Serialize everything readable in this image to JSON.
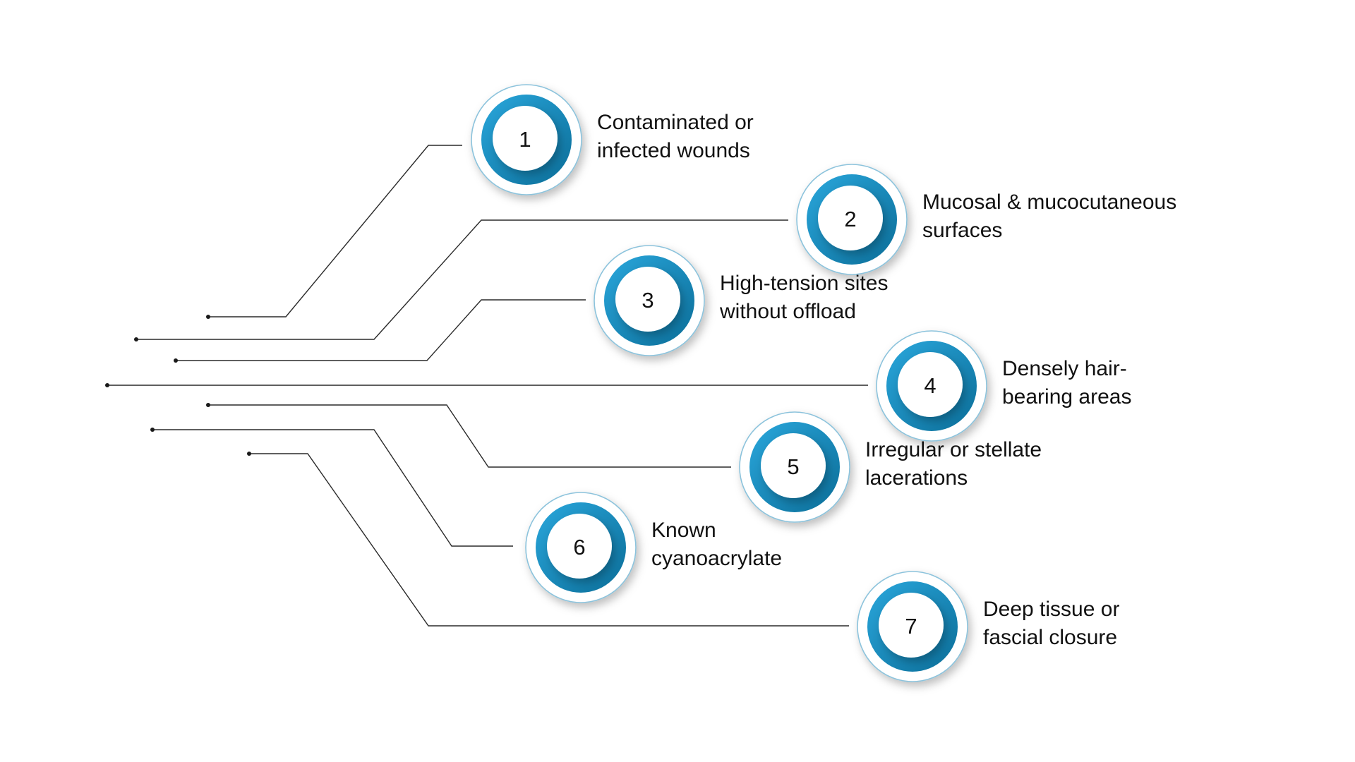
{
  "colors": {
    "ring_light": "#2aa7dc",
    "ring_dark": "#0b6e99",
    "halo_stroke": "#8cc3dc",
    "line": "#2a2a2a",
    "text": "#111111"
  },
  "items": [
    {
      "number": "1",
      "label_lines": [
        "Contaminated or",
        "infected wounds"
      ]
    },
    {
      "number": "2",
      "label_lines": [
        "Mucosal & mucocutaneous",
        "surfaces"
      ]
    },
    {
      "number": "3",
      "label_lines": [
        "High-tension sites",
        "without offload"
      ]
    },
    {
      "number": "4",
      "label_lines": [
        "Densely hair-",
        "bearing areas"
      ]
    },
    {
      "number": "5",
      "label_lines": [
        "Irregular or stellate",
        "lacerations"
      ]
    },
    {
      "number": "6",
      "label_lines": [
        "Known",
        "cyanoacrylate"
      ]
    },
    {
      "number": "7",
      "label_lines": [
        "Deep tissue or",
        "fascial closure"
      ]
    }
  ]
}
